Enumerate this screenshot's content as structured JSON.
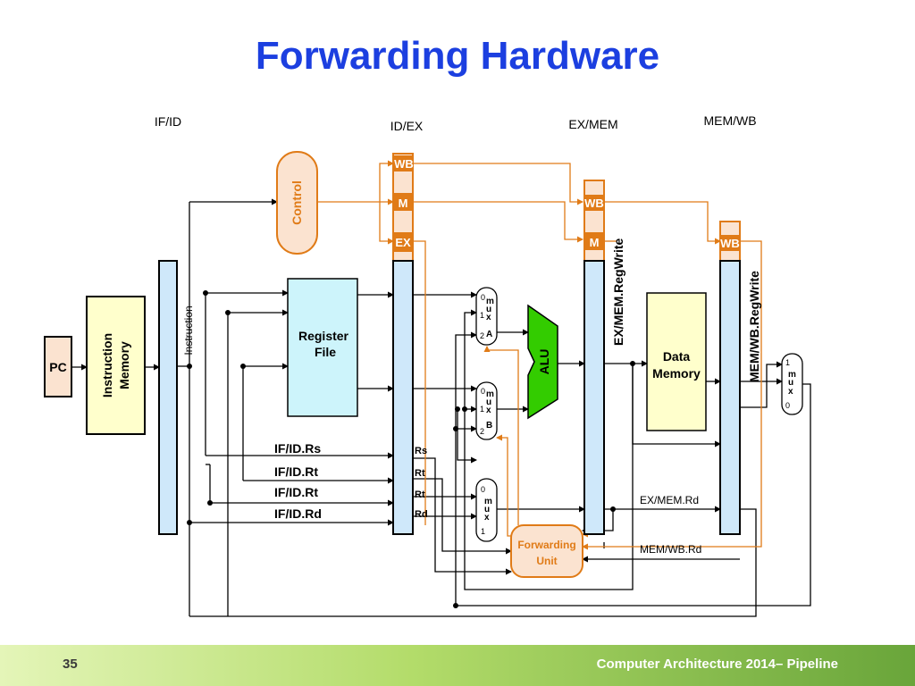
{
  "slide": {
    "title": "Forwarding Hardware",
    "page_number": "35",
    "footer": "Computer Architecture 2014– Pipeline"
  },
  "pipeline_registers": {
    "ifid": "IF/ID",
    "idex": "ID/EX",
    "exmem": "EX/MEM",
    "memwb": "MEM/WB"
  },
  "control_fields": {
    "wb": "WB",
    "m": "M",
    "ex": "EX"
  },
  "blocks": {
    "pc": "PC",
    "instruction_memory_1": "Instruction",
    "instruction_memory_2": "Memory",
    "instruction_label": "Instruction",
    "control": "Control",
    "register_file_1": "Register",
    "register_file_2": "File",
    "alu": "ALU",
    "data_memory_1": "Data",
    "data_memory_2": "Memory",
    "forwarding_unit_1": "Forwarding",
    "forwarding_unit_2": "Unit"
  },
  "muxes": {
    "a": {
      "chars": [
        "m",
        "u",
        "x"
      ],
      "name": "A",
      "in0": "0",
      "in1": "1",
      "in2": "2"
    },
    "b": {
      "chars": [
        "m",
        "u",
        "x"
      ],
      "name": "B",
      "in0": "0",
      "in1": "1",
      "in2": "2"
    },
    "dest": {
      "chars": [
        "m",
        "u",
        "x"
      ],
      "in0": "0",
      "in1": "1"
    },
    "wb": {
      "chars": [
        "m",
        "u",
        "x"
      ],
      "in1": "1",
      "in0": "0"
    }
  },
  "signals": {
    "ifid_rs": "IF/ID.Rs",
    "ifid_rt_1": "IF/ID.Rt",
    "ifid_rt_2": "IF/ID.Rt",
    "ifid_rd": "IF/ID.Rd",
    "rs": "Rs",
    "rt_1": "Rt",
    "rt_2": "Rt",
    "rd": "Rd",
    "exmem_regwrite": "EX/MEM.RegWrite",
    "memwb_regwrite": "MEM/WB.RegWrite",
    "exmem_rd": "EX/MEM.Rd",
    "memwb_rd": "MEM/WB.Rd"
  },
  "colors": {
    "title": "#1c3fe0",
    "control_orange": "#e07b17",
    "control_fill": "#fbe3d0",
    "register_fill": "#cfe8fa",
    "register_file_fill": "#cdf4fb",
    "memory_fill": "#ffffcc",
    "alu_fill": "#33cc00",
    "wire": "#000000"
  }
}
